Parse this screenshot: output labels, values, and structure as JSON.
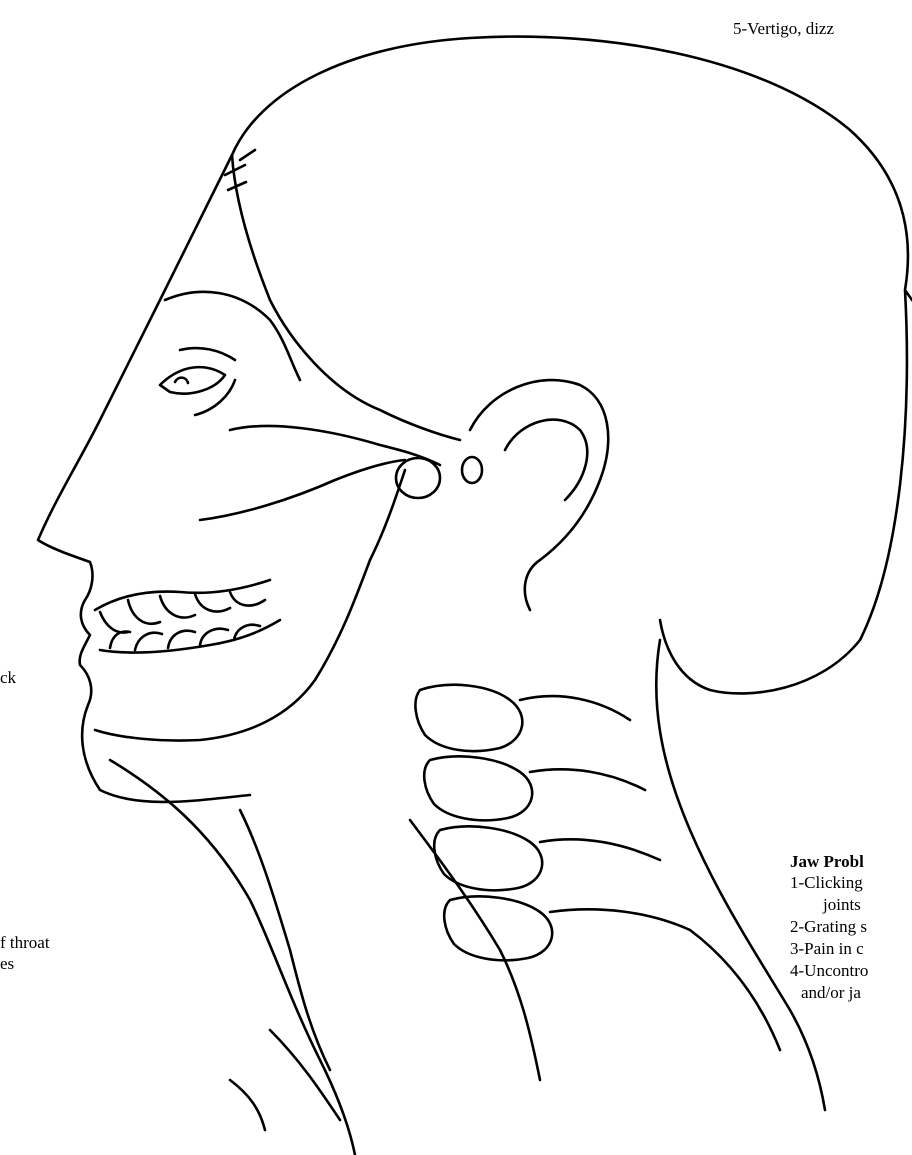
{
  "captions": {
    "top_partial": "5-Vertigo, dizz",
    "left_fragment_1": "ck",
    "left_fragment_2": "f throat",
    "left_fragment_3": "es"
  },
  "jaw_problems": {
    "heading": "Jaw Probl",
    "items": [
      "1-Clicking",
      "joints",
      "2-Grating s",
      "3-Pain in c",
      "4-Uncontro",
      "and/or ja"
    ]
  }
}
